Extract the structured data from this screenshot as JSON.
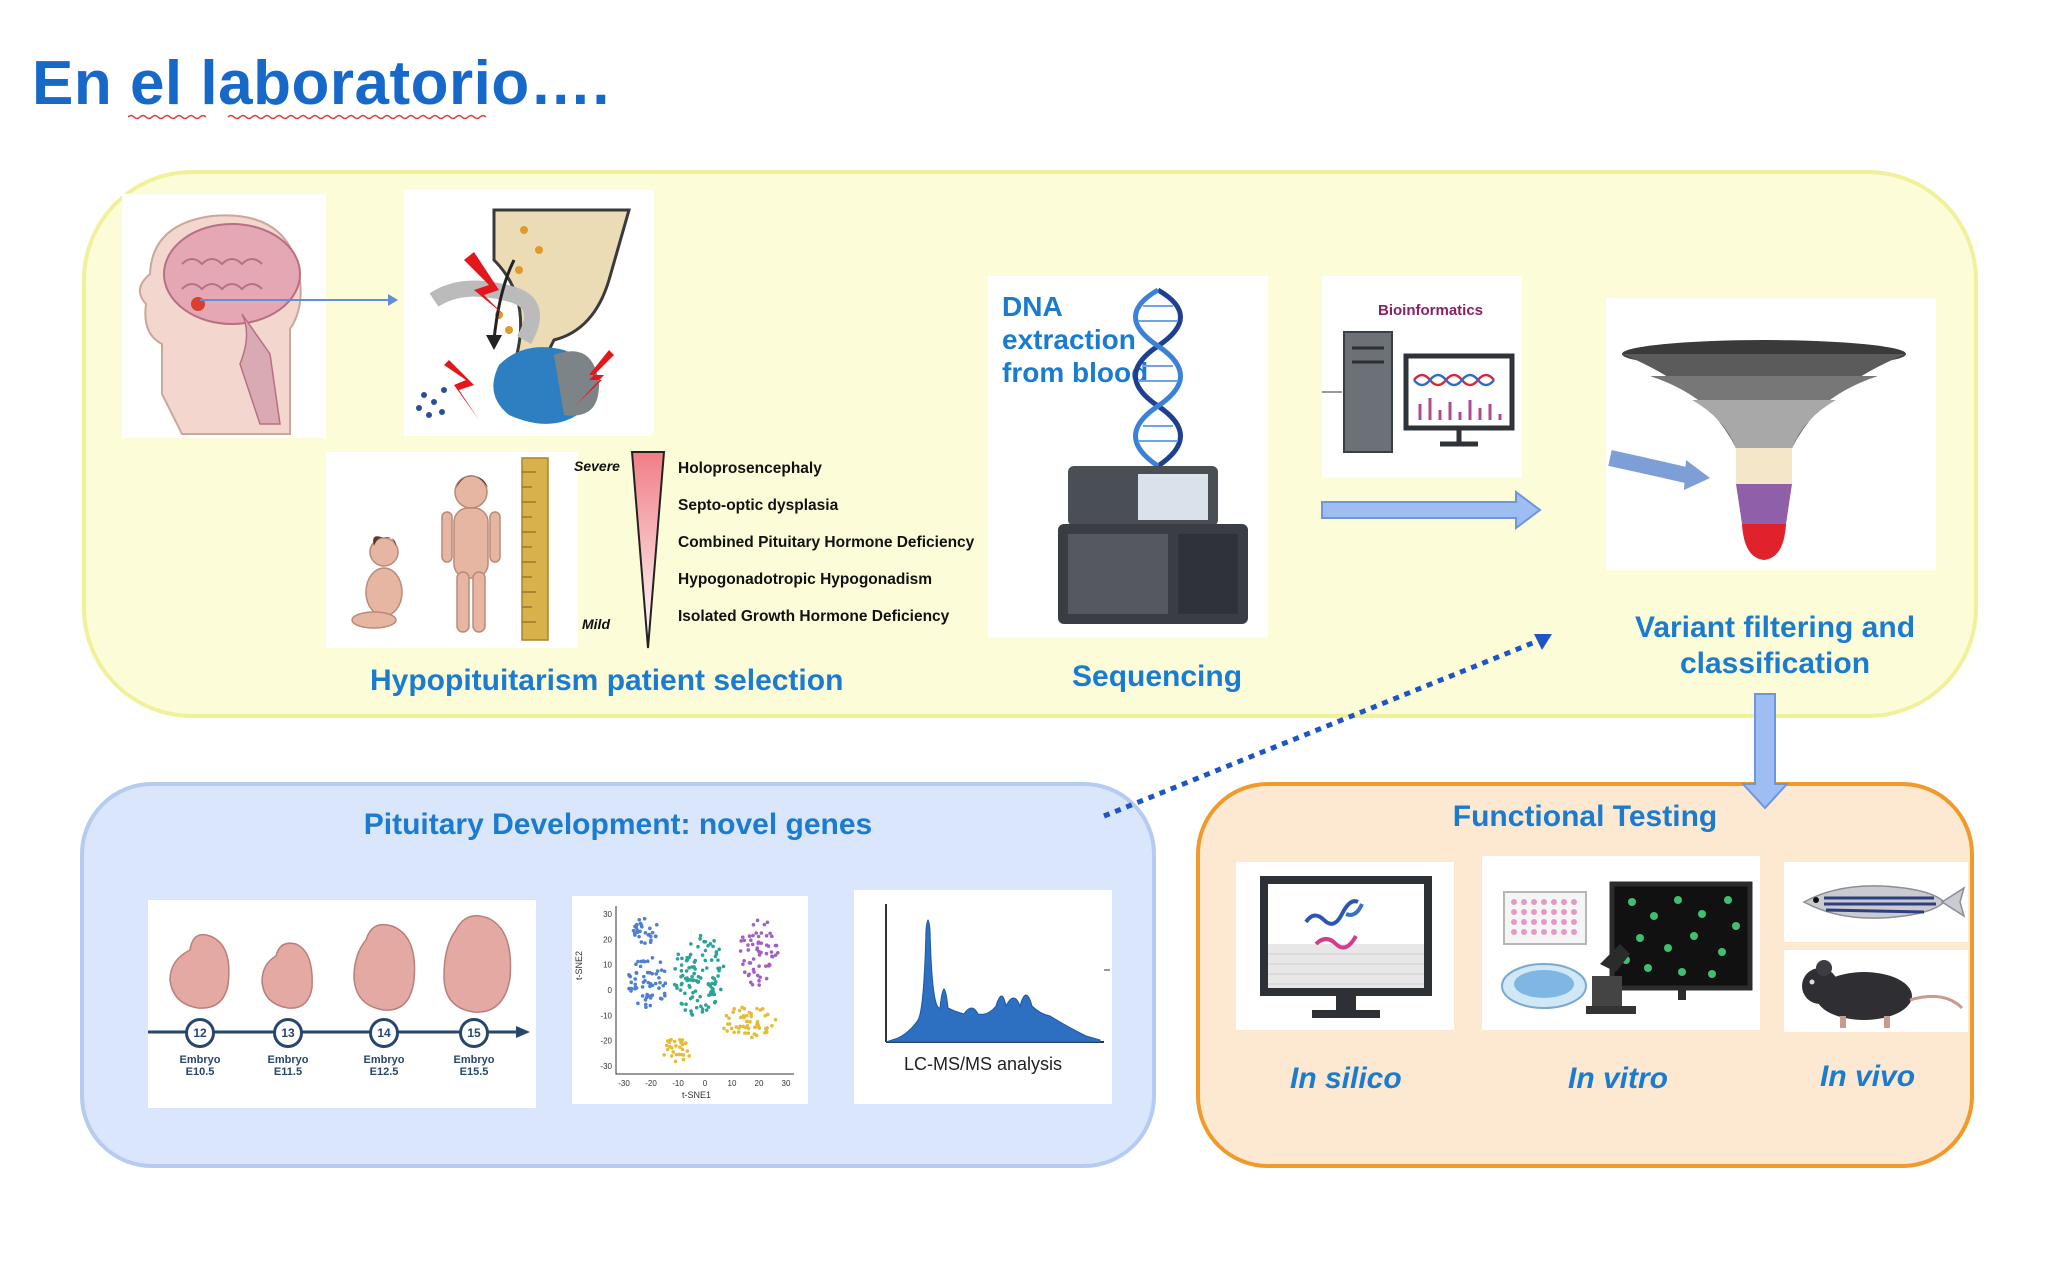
{
  "slide_title": "En el laboratorio….",
  "patient_selection": {
    "label": "Hypopituitarism patient selection",
    "severe_label": "Severe",
    "mild_label": "Mild",
    "conditions": [
      "Holoprosencephaly",
      "Septo-optic dysplasia",
      "Combined Pituitary Hormone Deficiency",
      "Hypogonadotropic Hypogonadism",
      "Isolated Growth Hormone Deficiency"
    ]
  },
  "sequencing": {
    "label": "Sequencing",
    "dna_text": "DNA extraction from blood"
  },
  "bioinformatics": {
    "label": "Bioinformatics"
  },
  "variant": {
    "label": "Variant filtering and classification"
  },
  "pituitary_dev": {
    "label": "Pituitary Development: novel genes",
    "embryos": [
      {
        "num": "12",
        "name": "Embryo",
        "stage": "E10.5"
      },
      {
        "num": "13",
        "name": "Embryo",
        "stage": "E11.5"
      },
      {
        "num": "14",
        "name": "Embryo",
        "stage": "E12.5"
      },
      {
        "num": "15",
        "name": "Embryo",
        "stage": "E15.5"
      }
    ],
    "tsne": {
      "xlabel": "t-SNE1",
      "ylabel": "t-SNE2",
      "xticks": [
        "-30",
        "-20",
        "-10",
        "0",
        "10",
        "20",
        "30"
      ],
      "yticks": [
        "30",
        "20",
        "10",
        "0",
        "-10",
        "-20",
        "-30"
      ]
    },
    "lcms_label": "LC-MS/MS analysis"
  },
  "functional": {
    "label": "Functional Testing",
    "in_silico": "In silico",
    "in_vitro": "In vitro",
    "in_vivo": "In vivo"
  },
  "colors": {
    "title_blue": "#1669c9",
    "label_blue": "#1a7bcf",
    "top_panel_bg": "#fcfcd9",
    "dev_panel_bg": "#dae6fb",
    "func_panel_border": "#f19a2c"
  }
}
